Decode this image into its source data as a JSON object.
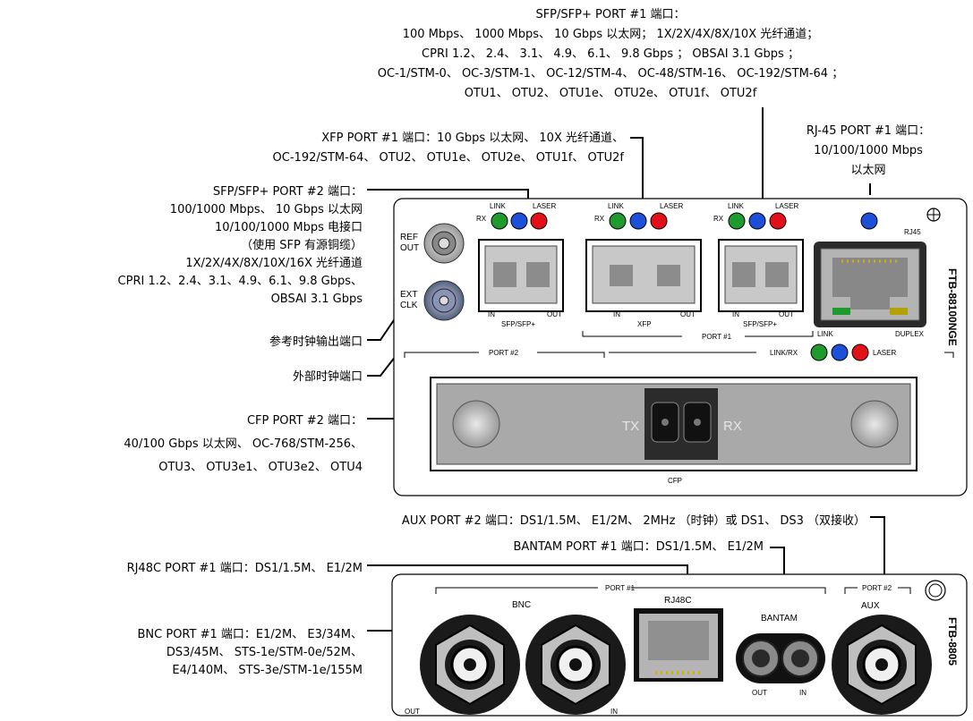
{
  "callouts": {
    "sfp1": [
      "SFP/SFP+ PORT #1 端口：",
      "100 Mbps、 1000 Mbps、 10 Gbps 以太网； 1X/2X/4X/8X/10X 光纤通道；",
      "CPRI 1.2、 2.4、 3.1、 4.9、 6.1、 9.8 Gbps ； OBSAI 3.1 Gbps ；",
      "OC-1/STM-0、 OC-3/STM-1、 OC-12/STM-4、 OC-48/STM-16、 OC-192/STM-64 ；",
      "OTU1、 OTU2、 OTU1e、 OTU2e、 OTU1f、 OTU2f"
    ],
    "xfp1": [
      "XFP PORT #1 端口：10 Gbps 以太网、 10X 光纤通道、",
      "OC-192/STM-64、 OTU2、 OTU1e、 OTU2e、 OTU1f、 OTU2f"
    ],
    "rj45": [
      "RJ-45 PORT #1 端口：",
      "10/100/1000 Mbps",
      "以太网"
    ],
    "sfp2": [
      "SFP/SFP+ PORT #2 端口：",
      "100/1000 Mbps、 10 Gbps 以太网",
      "10/100/1000 Mbps 电接口",
      "（使用 SFP 有源铜缆）",
      "1X/2X/4X/8X/10X/16X 光纤通道",
      "CPRI 1.2、2.4、3.1、4.9、6.1、9.8 Gbps、",
      "OBSAI 3.1 Gbps"
    ],
    "ref_clock": "参考时钟输出端口",
    "ext_clock": "外部时钟端口",
    "cfp2": [
      "CFP PORT #2 端口：",
      "40/100 Gbps 以太网、 OC-768/STM-256、",
      "OTU3、 OTU3e1、 OTU3e2、 OTU4"
    ],
    "aux2": "AUX PORT #2 端口：DS1/1.5M、 E1/2M、 2MHz （时钟）或 DS1、 DS3 （双接收）",
    "bantam1": "BANTAM PORT #1 端口：DS1/1.5M、 E1/2M",
    "rj48c1": "RJ48C PORT #1 端口：DS1/1.5M、 E1/2M",
    "bnc1": [
      "BNC PORT #1 端口：E1/2M、 E3/34M、",
      "DS3/45M、 STS-1e/STM-0e/52M、",
      "E4/140M、 STS-3e/STM-1e/155M"
    ]
  },
  "module1": {
    "model": "FTB-88100NGE",
    "ref_out": [
      "REF",
      "OUT"
    ],
    "ext_clk": [
      "EXT",
      "CLK"
    ],
    "link": "LINK",
    "laser": "LASER",
    "rx": "RX",
    "in": "IN",
    "out": "OUT",
    "sfp_label": "SFP/SFP+",
    "xfp_label": "XFP",
    "rj45_label": "RJ45",
    "rj45_link": "LINK",
    "rj45_duplex": "DUPLEX",
    "port1": "PORT #1",
    "port2": "PORT #2",
    "link_rx": "LINK/RX",
    "laser2": "LASER",
    "tx": "TX",
    "rx2": "RX",
    "cfp_label": "CFP"
  },
  "module2": {
    "model": "FTB-8805",
    "port1": "PORT #1",
    "port2": "PORT #2",
    "bnc": "BNC",
    "rj48c": "RJ48C",
    "bantam": "BANTAM",
    "aux": "AUX",
    "out": "OUT",
    "in": "IN"
  },
  "colors": {
    "green": "#1f9a2c",
    "blue": "#1c50d8",
    "red": "#e3101a",
    "panel": "#ffffff",
    "port": "#bdbdbd"
  }
}
